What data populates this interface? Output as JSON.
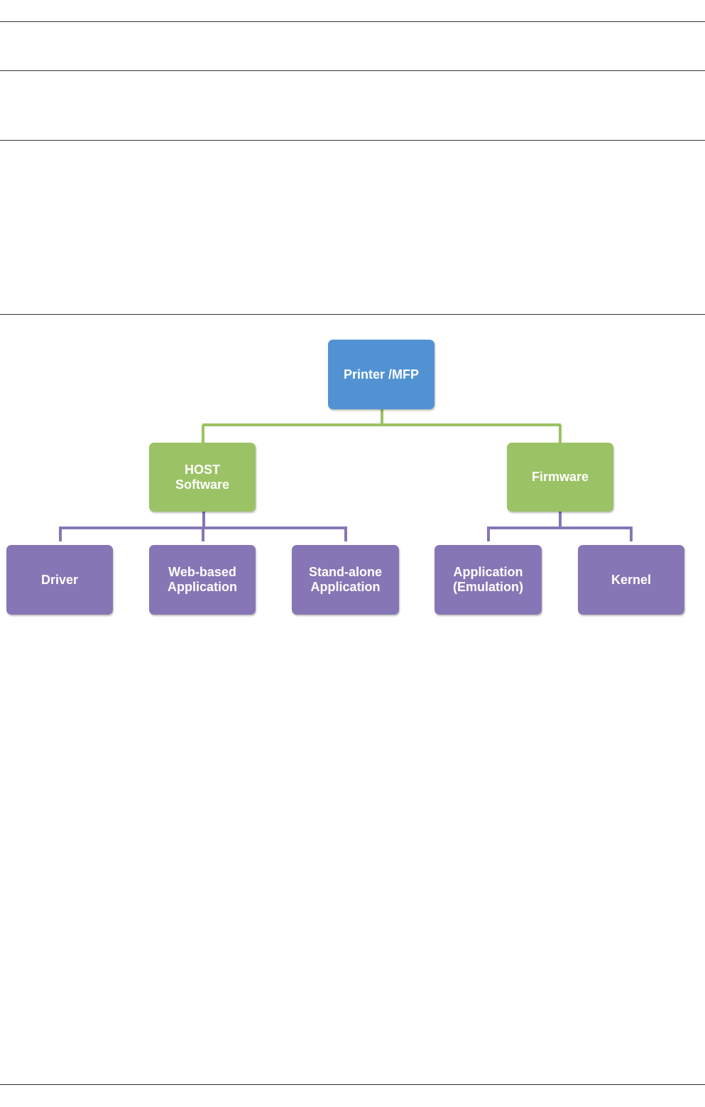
{
  "diagram": {
    "colors": {
      "root_fill": "#5193d2",
      "level2_fill": "#9bc264",
      "level3_fill": "#8676b5",
      "level1_connector": "#9bc264",
      "level2_connector": "#8676b5"
    },
    "root": {
      "label": "Printer /MFP"
    },
    "host": {
      "label": "HOST\nSoftware"
    },
    "firmware": {
      "label": "Firmware"
    },
    "driver": {
      "label": "Driver"
    },
    "web": {
      "label": "Web-based\nApplication"
    },
    "standalone": {
      "label": "Stand-alone\nApplication"
    },
    "app_emulation": {
      "label": "Application\n(Emulation)"
    },
    "kernel": {
      "label": "Kernel"
    }
  }
}
